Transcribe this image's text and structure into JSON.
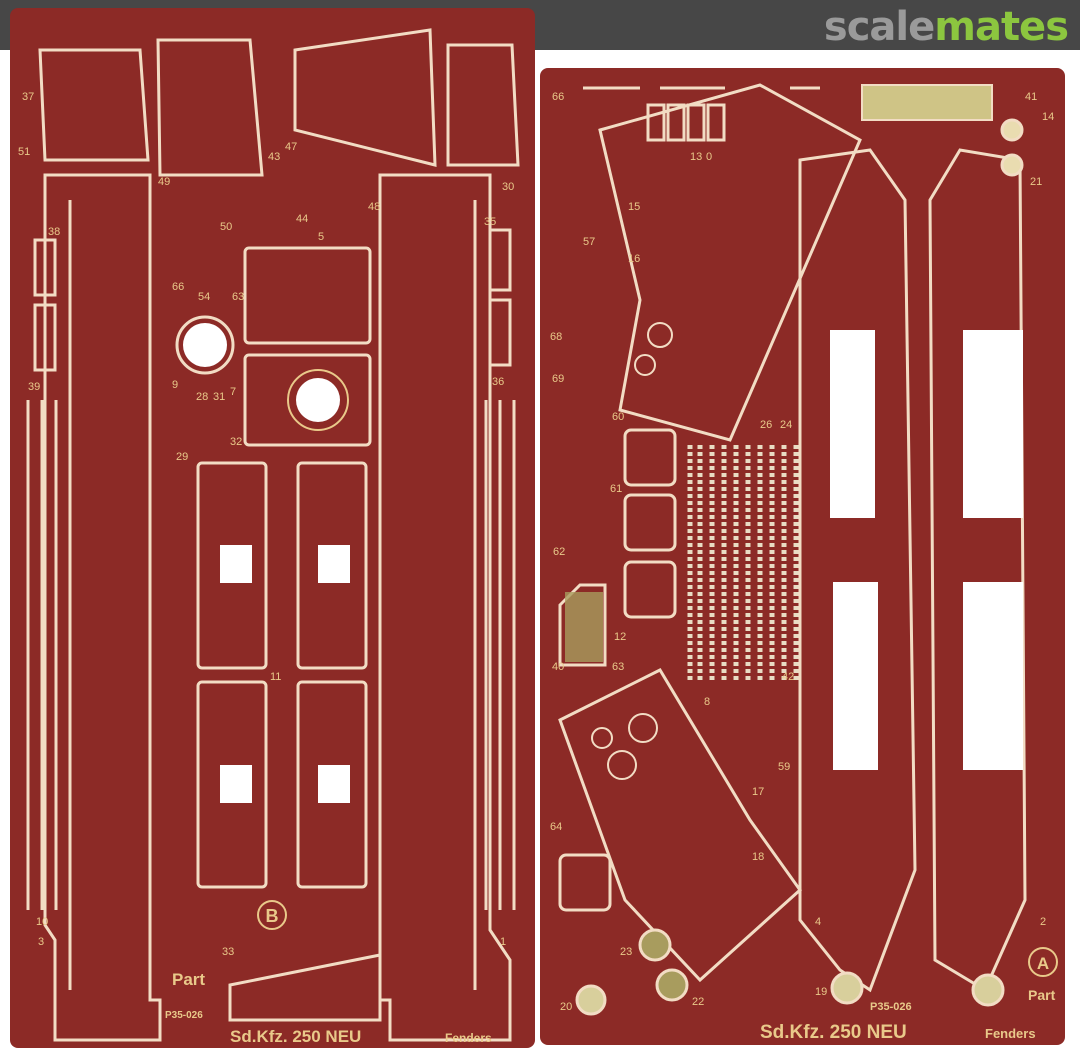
{
  "watermark": {
    "part1": "scale",
    "part2": "mates"
  },
  "colors": {
    "sheet": "#8c2a26",
    "outline": "#f2dcc4",
    "brass": "#e9c98a",
    "topbar": "#474747",
    "brand_green": "#8cc63f"
  },
  "sheet_b": {
    "letter": "B",
    "logo": "Part",
    "code": "P35-026",
    "title": "Sd.Kfz. 250 NEU",
    "subtitle": "Fenders",
    "part_numbers": [
      "37",
      "51",
      "49",
      "43",
      "47",
      "48",
      "44",
      "5",
      "50",
      "66",
      "54",
      "63",
      "9",
      "28",
      "31",
      "7",
      "29",
      "32",
      "11",
      "39",
      "36",
      "30",
      "35",
      "38",
      "10",
      "3",
      "1",
      "33"
    ]
  },
  "sheet_a": {
    "letter": "A",
    "logo": "Part",
    "code": "P35-026",
    "title": "Sd.Kfz. 250 NEU",
    "subtitle": "Fenders",
    "part_numbers": [
      "66",
      "13",
      "0",
      "15",
      "16",
      "57",
      "68",
      "69",
      "60",
      "61",
      "62",
      "26",
      "24",
      "12",
      "40",
      "63",
      "42",
      "8",
      "59",
      "64",
      "17",
      "18",
      "23",
      "22",
      "20",
      "19",
      "4",
      "2",
      "41",
      "21",
      "14"
    ]
  }
}
